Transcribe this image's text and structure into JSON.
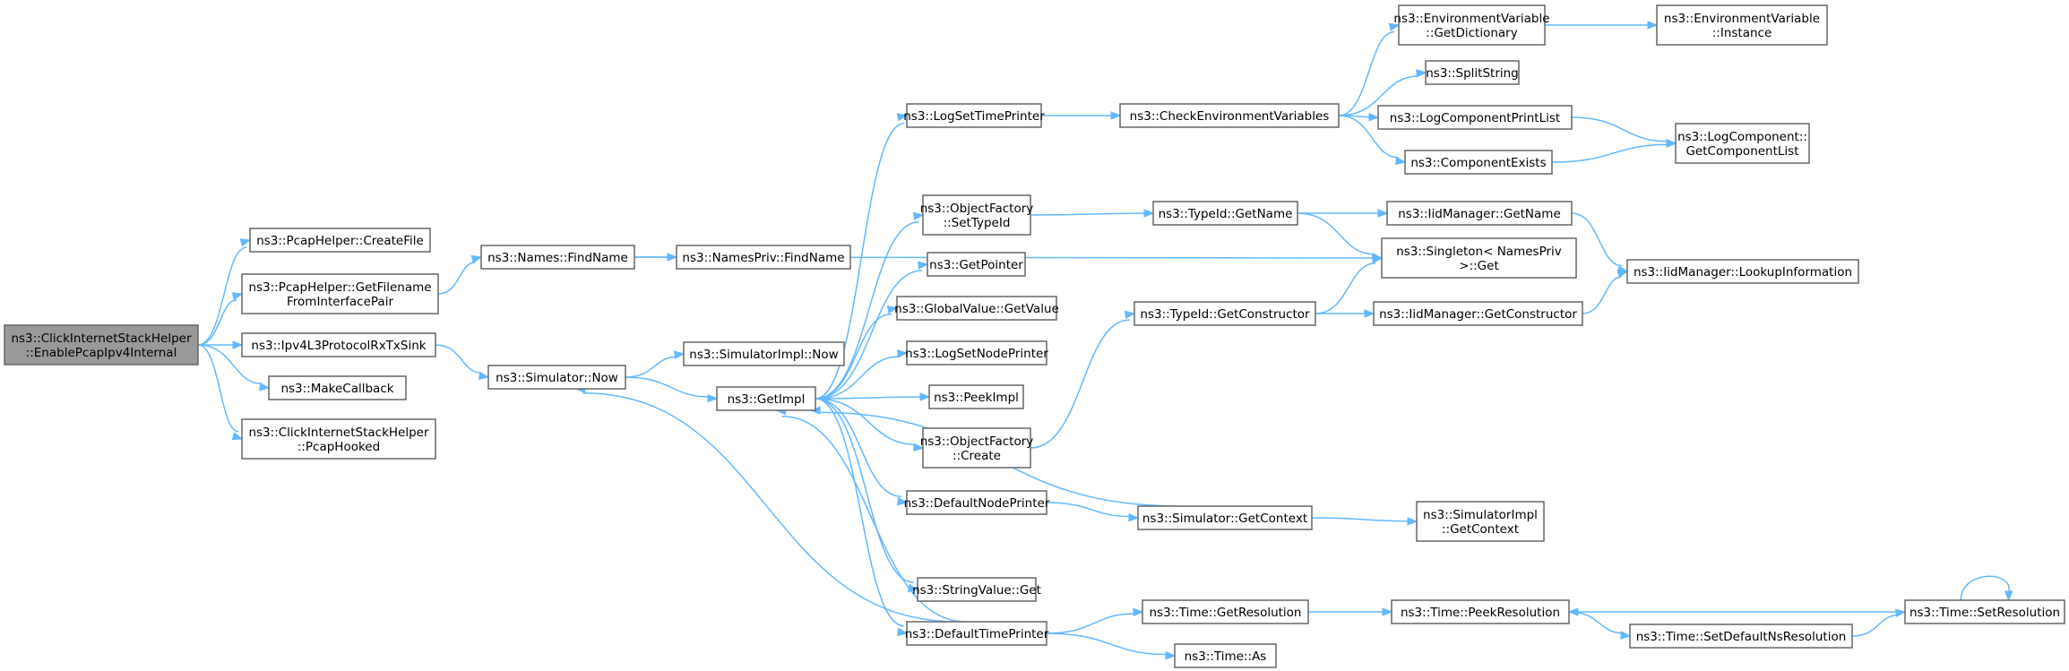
{
  "graph": {
    "title": "",
    "edge_color": "#63b8ff",
    "node_border_color": "#666666",
    "root_fill": "#999999",
    "nodes": [
      {
        "id": "root",
        "lines": [
          "ns3::ClickInternetStackHelper",
          "::EnablePcapIpv4Internal"
        ],
        "root": true
      },
      {
        "id": "pcap_create",
        "lines": [
          "ns3::PcapHelper::CreateFile"
        ]
      },
      {
        "id": "pcap_getfn",
        "lines": [
          "ns3::PcapHelper::GetFilename",
          "FromInterfacePair"
        ]
      },
      {
        "id": "ipv4sink",
        "lines": [
          "ns3::Ipv4L3ProtocolRxTxSink"
        ]
      },
      {
        "id": "makecb",
        "lines": [
          "ns3::MakeCallback"
        ]
      },
      {
        "id": "pcaphooked",
        "lines": [
          "ns3::ClickInternetStackHelper",
          "::PcapHooked"
        ]
      },
      {
        "id": "names_find",
        "lines": [
          "ns3::Names::FindName"
        ]
      },
      {
        "id": "namespriv_find",
        "lines": [
          "ns3::NamesPriv::FindName"
        ]
      },
      {
        "id": "sim_now",
        "lines": [
          "ns3::Simulator::Now"
        ]
      },
      {
        "id": "simimpl_now",
        "lines": [
          "ns3::SimulatorImpl::Now"
        ]
      },
      {
        "id": "getimpl",
        "lines": [
          "ns3::GetImpl"
        ]
      },
      {
        "id": "logsettime",
        "lines": [
          "ns3::LogSetTimePrinter"
        ]
      },
      {
        "id": "objfact_settype",
        "lines": [
          "ns3::ObjectFactory",
          "::SetTypeId"
        ]
      },
      {
        "id": "getpointer",
        "lines": [
          "ns3::GetPointer"
        ]
      },
      {
        "id": "globalvalue",
        "lines": [
          "ns3::GlobalValue::GetValue"
        ]
      },
      {
        "id": "logsetnode",
        "lines": [
          "ns3::LogSetNodePrinter"
        ]
      },
      {
        "id": "peekimpl",
        "lines": [
          "ns3::PeekImpl"
        ]
      },
      {
        "id": "objfact_create",
        "lines": [
          "ns3::ObjectFactory",
          "::Create"
        ]
      },
      {
        "id": "defnodeprinter",
        "lines": [
          "ns3::DefaultNodePrinter"
        ]
      },
      {
        "id": "stringvalue",
        "lines": [
          "ns3::StringValue::Get"
        ]
      },
      {
        "id": "deftimeprinter",
        "lines": [
          "ns3::DefaultTimePrinter"
        ]
      },
      {
        "id": "checkenv",
        "lines": [
          "ns3::CheckEnvironmentVariables"
        ]
      },
      {
        "id": "typeid_getname",
        "lines": [
          "ns3::TypeId::GetName"
        ]
      },
      {
        "id": "typeid_getctor",
        "lines": [
          "ns3::TypeId::GetConstructor"
        ]
      },
      {
        "id": "sim_getcontext",
        "lines": [
          "ns3::Simulator::GetContext"
        ]
      },
      {
        "id": "time_getres",
        "lines": [
          "ns3::Time::GetResolution"
        ]
      },
      {
        "id": "time_as",
        "lines": [
          "ns3::Time::As"
        ]
      },
      {
        "id": "envvar_getdict",
        "lines": [
          "ns3::EnvironmentVariable",
          "::GetDictionary"
        ]
      },
      {
        "id": "splitstring",
        "lines": [
          "ns3::SplitString"
        ]
      },
      {
        "id": "logcompprint",
        "lines": [
          "ns3::LogComponentPrintList"
        ]
      },
      {
        "id": "compexists",
        "lines": [
          "ns3::ComponentExists"
        ]
      },
      {
        "id": "iid_getname",
        "lines": [
          "ns3::IidManager::GetName"
        ]
      },
      {
        "id": "singleton",
        "lines": [
          "ns3::Singleton< NamesPriv",
          ">::Get"
        ]
      },
      {
        "id": "iid_getctor",
        "lines": [
          "ns3::IidManager::GetConstructor"
        ]
      },
      {
        "id": "simimpl_getctx",
        "lines": [
          "ns3::SimulatorImpl",
          "::GetContext"
        ]
      },
      {
        "id": "time_peekres",
        "lines": [
          "ns3::Time::PeekResolution"
        ]
      },
      {
        "id": "time_setdefns",
        "lines": [
          "ns3::Time::SetDefaultNsResolution"
        ]
      },
      {
        "id": "envvar_instance",
        "lines": [
          "ns3::EnvironmentVariable",
          "::Instance"
        ]
      },
      {
        "id": "logcomp_getlist",
        "lines": [
          "ns3::LogComponent::",
          "GetComponentList"
        ]
      },
      {
        "id": "iid_lookup",
        "lines": [
          "ns3::IidManager::LookupInformation"
        ]
      },
      {
        "id": "time_setres",
        "lines": [
          "ns3::Time::SetResolution"
        ]
      }
    ],
    "edges": [
      [
        "root",
        "pcap_create"
      ],
      [
        "root",
        "pcap_getfn"
      ],
      [
        "root",
        "ipv4sink"
      ],
      [
        "root",
        "makecb"
      ],
      [
        "root",
        "pcaphooked"
      ],
      [
        "pcap_getfn",
        "names_find"
      ],
      [
        "names_find",
        "namespriv_find"
      ],
      [
        "names_find",
        "singleton"
      ],
      [
        "ipv4sink",
        "sim_now"
      ],
      [
        "sim_now",
        "simimpl_now"
      ],
      [
        "sim_now",
        "getimpl"
      ],
      [
        "getimpl",
        "logsettime"
      ],
      [
        "getimpl",
        "objfact_settype"
      ],
      [
        "getimpl",
        "getpointer"
      ],
      [
        "getimpl",
        "globalvalue"
      ],
      [
        "getimpl",
        "logsetnode"
      ],
      [
        "getimpl",
        "peekimpl"
      ],
      [
        "getimpl",
        "objfact_create"
      ],
      [
        "getimpl",
        "defnodeprinter"
      ],
      [
        "getimpl",
        "stringvalue"
      ],
      [
        "getimpl",
        "deftimeprinter"
      ],
      [
        "logsettime",
        "checkenv"
      ],
      [
        "checkenv",
        "envvar_getdict"
      ],
      [
        "checkenv",
        "splitstring"
      ],
      [
        "checkenv",
        "logcompprint"
      ],
      [
        "checkenv",
        "compexists"
      ],
      [
        "envvar_getdict",
        "envvar_instance"
      ],
      [
        "logcompprint",
        "logcomp_getlist"
      ],
      [
        "compexists",
        "logcomp_getlist"
      ],
      [
        "objfact_settype",
        "typeid_getname"
      ],
      [
        "typeid_getname",
        "iid_getname"
      ],
      [
        "typeid_getname",
        "singleton"
      ],
      [
        "iid_getname",
        "iid_lookup"
      ],
      [
        "objfact_create",
        "typeid_getctor"
      ],
      [
        "typeid_getctor",
        "singleton"
      ],
      [
        "typeid_getctor",
        "iid_getctor"
      ],
      [
        "iid_getctor",
        "iid_lookup"
      ],
      [
        "defnodeprinter",
        "sim_getcontext"
      ],
      [
        "sim_getcontext",
        "getimpl"
      ],
      [
        "sim_getcontext",
        "simimpl_getctx"
      ],
      [
        "deftimeprinter",
        "getimpl"
      ],
      [
        "deftimeprinter",
        "sim_now"
      ],
      [
        "deftimeprinter",
        "time_getres"
      ],
      [
        "deftimeprinter",
        "time_as"
      ],
      [
        "time_getres",
        "time_peekres"
      ],
      [
        "time_peekres",
        "time_setdefns"
      ],
      [
        "time_setdefns",
        "time_setres"
      ],
      [
        "time_setres",
        "time_peekres"
      ],
      [
        "time_setres",
        "time_setres"
      ]
    ]
  }
}
